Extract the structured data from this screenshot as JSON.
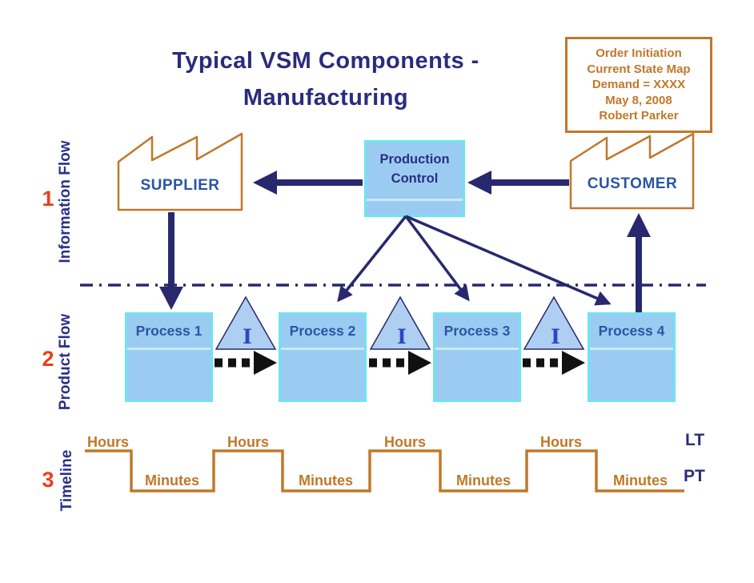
{
  "title": {
    "line1": "Typical VSM Components -",
    "line2": "Manufacturing"
  },
  "note_box": {
    "line1": "Order Initiation",
    "line2": "Current State Map",
    "line3": "Demand = XXXX",
    "line4": "May 8, 2008",
    "line5": "Robert Parker"
  },
  "sections": {
    "information_flow": {
      "number": "1",
      "label": "Information Flow"
    },
    "product_flow": {
      "number": "2",
      "label": "Product Flow"
    },
    "timeline": {
      "number": "3",
      "label": "Timeline"
    }
  },
  "nodes": {
    "supplier": {
      "label": "SUPPLIER"
    },
    "customer": {
      "label": "CUSTOMER"
    },
    "production_control": {
      "line1": "Production",
      "line2": "Control"
    },
    "processes": [
      {
        "label": "Process 1"
      },
      {
        "label": "Process 2"
      },
      {
        "label": "Process 3"
      },
      {
        "label": "Process 4"
      }
    ],
    "inventory_symbol": "I"
  },
  "timeline_row": {
    "hours_label": "Hours",
    "minutes_label": "Minutes",
    "lead_time_label": "LT",
    "process_time_label": "PT"
  },
  "colors": {
    "navy_arrow": "#28286E",
    "title_text": "#2B2B7D",
    "node_text": "#2A55A4",
    "production_control_text": "#273080",
    "orange": "#C0782A",
    "red_number": "#E8401C",
    "box_fill": "#9CCBF2",
    "box_border": "#6FE4F2",
    "triangle_fill": "#AFCFF2",
    "inventory_text": "#2C46C8",
    "material_arrow_black": "#111111"
  }
}
